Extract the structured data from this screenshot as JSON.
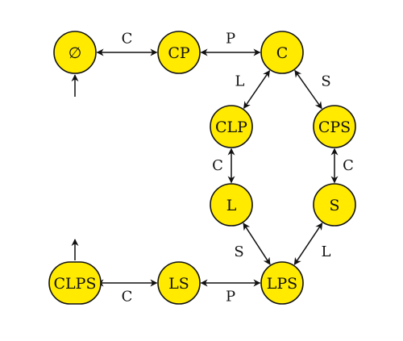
{
  "colors": {
    "node_fill": "#ffea00",
    "stroke": "#111111",
    "background": "#ffffff"
  },
  "nodes": [
    {
      "id": "empty",
      "label": "∅"
    },
    {
      "id": "cp",
      "label": "CP"
    },
    {
      "id": "c",
      "label": "C"
    },
    {
      "id": "clp",
      "label": "CLP"
    },
    {
      "id": "cps",
      "label": "CPS"
    },
    {
      "id": "l",
      "label": "L"
    },
    {
      "id": "s",
      "label": "S"
    },
    {
      "id": "clps",
      "label": "CLPS"
    },
    {
      "id": "ls",
      "label": "LS"
    },
    {
      "id": "lps",
      "label": "LPS"
    }
  ],
  "edges": [
    {
      "from": "empty",
      "to": "cp",
      "label": "C",
      "bidirectional": true
    },
    {
      "from": "cp",
      "to": "c",
      "label": "P",
      "bidirectional": true
    },
    {
      "from": "c",
      "to": "clp",
      "label": "L",
      "bidirectional": true
    },
    {
      "from": "c",
      "to": "cps",
      "label": "S",
      "bidirectional": true
    },
    {
      "from": "clp",
      "to": "l",
      "label": "C",
      "bidirectional": true
    },
    {
      "from": "cps",
      "to": "s",
      "label": "C",
      "bidirectional": true
    },
    {
      "from": "l",
      "to": "lps",
      "label": "S",
      "bidirectional": true
    },
    {
      "from": "s",
      "to": "lps",
      "label": "L",
      "bidirectional": true
    },
    {
      "from": "lps",
      "to": "ls",
      "label": "P",
      "bidirectional": true
    },
    {
      "from": "ls",
      "to": "clps",
      "label": "C",
      "bidirectional": true
    }
  ],
  "markers": [
    {
      "id": "start",
      "node": "empty",
      "direction": "into-node"
    },
    {
      "id": "end",
      "node": "clps",
      "direction": "out-of-node"
    }
  ]
}
